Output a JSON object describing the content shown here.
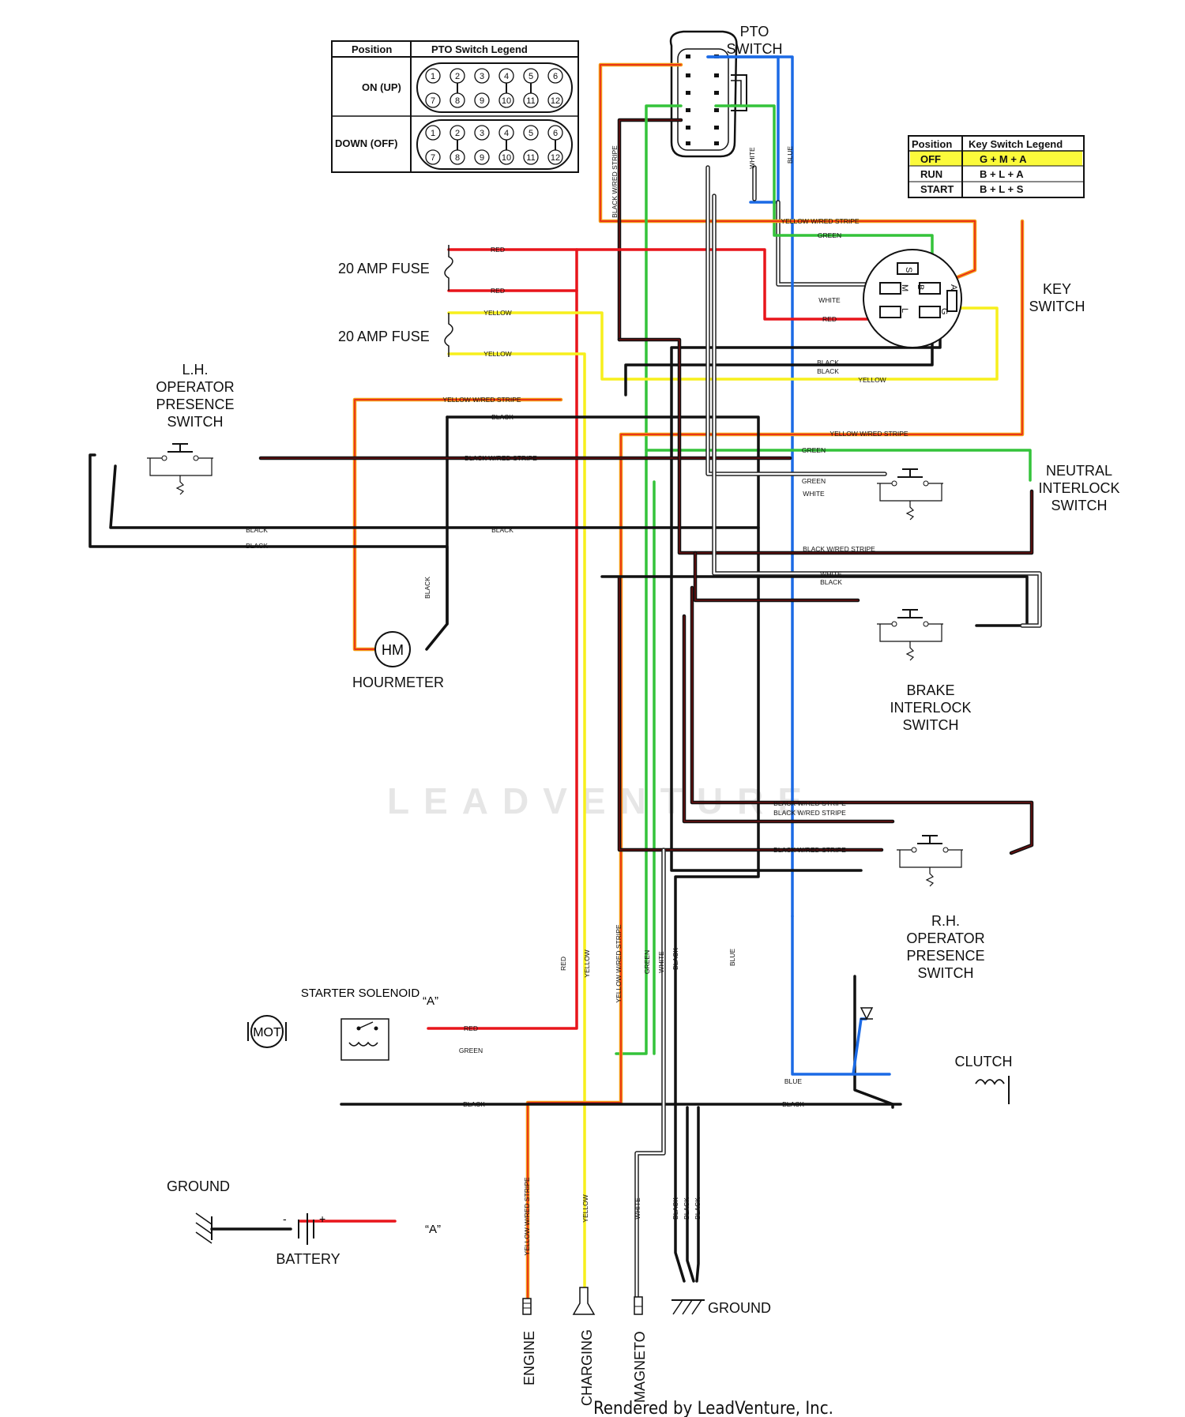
{
  "watermark": "LEADVENTURE",
  "footer": "Rendered by LeadVenture, Inc.",
  "colors": {
    "red": "#e8151b",
    "yellow": "#f7ef1c",
    "green": "#34c33a",
    "blue": "#1b6ae5",
    "black": "#111111",
    "white": "#ffffff",
    "orange": "#f39a14",
    "darkred": "#6b0f0f",
    "highlight": "#fbfa3b"
  },
  "pto_legend": {
    "col_position": "Position",
    "col_legend": "PTO Switch Legend",
    "on_label": "ON (UP)",
    "down_label": "DOWN (OFF)",
    "top_pins": [
      "1",
      "2",
      "3",
      "4",
      "5",
      "6"
    ],
    "bottom_pins": [
      "7",
      "8",
      "9",
      "10",
      "11",
      "12"
    ]
  },
  "key_legend": {
    "col_position": "Position",
    "col_legend": "Key Switch Legend",
    "rows": [
      {
        "pos": "OFF",
        "val": "G + M + A"
      },
      {
        "pos": "RUN",
        "val": "B + L + A"
      },
      {
        "pos": "START",
        "val": "B + L + S"
      }
    ]
  },
  "components": {
    "pto_switch": [
      "PTO",
      "SWITCH"
    ],
    "key_switch": [
      "KEY",
      "SWITCH"
    ],
    "key_terminals": [
      "S",
      "M",
      "B",
      "A",
      "L",
      "G"
    ],
    "fuse1": "20 AMP FUSE",
    "fuse2": "20 AMP FUSE",
    "lh_switch": [
      "L.H.",
      "OPERATOR",
      "PRESENCE",
      "SWITCH"
    ],
    "neutral_switch": [
      "NEUTRAL",
      "INTERLOCK",
      "SWITCH"
    ],
    "brake_switch": [
      "BRAKE",
      "INTERLOCK",
      "SWITCH"
    ],
    "rh_switch": [
      "R.H.",
      "OPERATOR",
      "PRESENCE",
      "SWITCH"
    ],
    "hourmeter": "HOURMETER",
    "hm": "HM",
    "starter_solenoid": "STARTER SOLENOID",
    "solenoid_a": "“A”",
    "mot": "MOT",
    "clutch": "CLUTCH",
    "ground_left": "GROUND",
    "battery": "BATTERY",
    "battery_a": "“A”",
    "ground_bottom": "GROUND",
    "engine": "ENGINE",
    "charging": "CHARGING",
    "magneto": "MAGNETO"
  },
  "wire_labels": {
    "black_red_stripe": "BLACK W/RED STRIPE",
    "white": "WHITE",
    "blue": "BLUE",
    "yellow_red_stripe": "YELLOW W/RED STRIPE",
    "green": "GREEN",
    "red": "RED",
    "yellow": "YELLOW",
    "black": "BLACK"
  }
}
